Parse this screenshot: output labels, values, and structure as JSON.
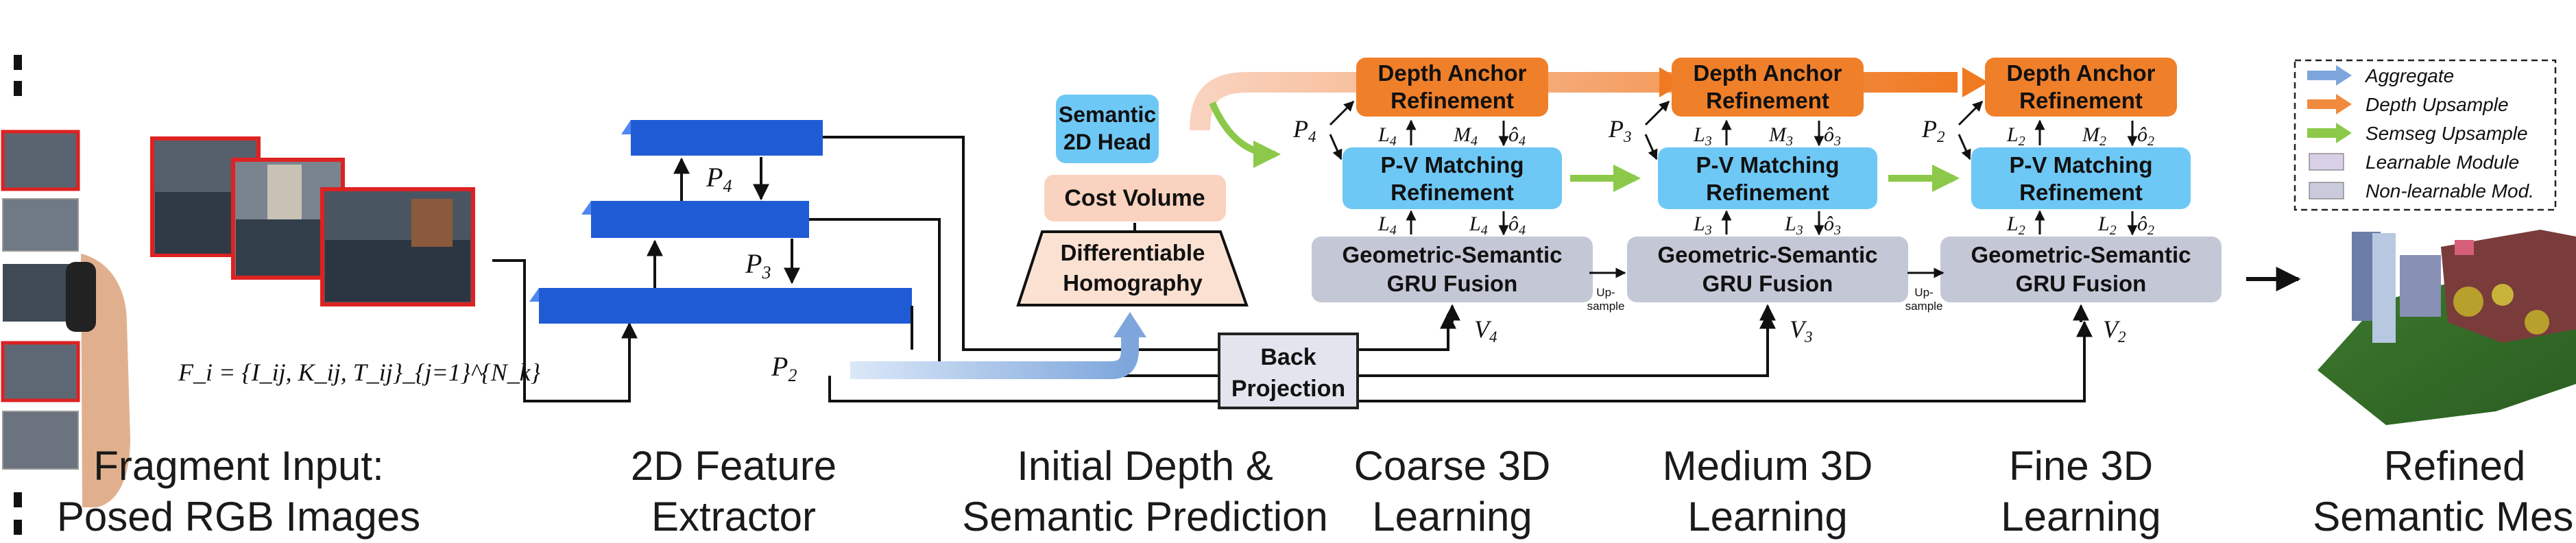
{
  "stages": {
    "fragment_l1": "Fragment Input:",
    "fragment_l2": "Posed RGB Images",
    "extractor_l1": "2D Feature",
    "extractor_l2": "Extractor",
    "initial_l1": "Initial Depth &",
    "initial_l2": "Semantic Prediction",
    "coarse_l1": "Coarse 3D",
    "coarse_l2": "Learning",
    "medium_l1": "Medium 3D",
    "medium_l2": "Learning",
    "fine_l1": "Fine 3D",
    "fine_l2": "Learning",
    "refined_l1": "Refined",
    "refined_l2": "Semantic Mesh"
  },
  "formula": "F_i = {I_ij, K_ij, T_ij}_{j=1}^{N_k}",
  "feature_labels": {
    "p4": "P4",
    "p3": "P3",
    "p2": "P2"
  },
  "semantic_head": {
    "l1": "Semantic",
    "l2": "2D Head"
  },
  "cost_volume": "Cost Volume",
  "homography": {
    "l1": "Differentiable",
    "l2": "Homography"
  },
  "back_projection": {
    "l1": "Back",
    "l2": "Projection"
  },
  "depth_anchor": {
    "l1": "Depth Anchor",
    "l2": "Refinement"
  },
  "pv_matching": {
    "l1": "P-V Matching",
    "l2": "Refinement"
  },
  "gru_fusion": {
    "l1": "Geometric-Semantic",
    "l2": "GRU Fusion"
  },
  "upsample_label": {
    "l1": "Up-",
    "l2": "sample"
  },
  "levels": [
    {
      "P": "P4",
      "L": "L4",
      "M": "M4",
      "O": "ô4",
      "V": "V4"
    },
    {
      "P": "P3",
      "L": "L3",
      "M": "M3",
      "O": "ô3",
      "V": "V3"
    },
    {
      "P": "P2",
      "L": "L2",
      "M": "M2",
      "O": "ô2",
      "V": "V2"
    }
  ],
  "legend": [
    {
      "label": "Aggregate",
      "color": "#7ea6dc",
      "kind": "arrow"
    },
    {
      "label": "Depth Upsample",
      "color": "#f08a3c",
      "kind": "arrow"
    },
    {
      "label": "Semseg Upsample",
      "color": "#8cc94a",
      "kind": "arrow"
    },
    {
      "label": "Learnable Module",
      "color": "#d8d0e6",
      "kind": "swatch"
    },
    {
      "label": "Non-learnable Mod.",
      "color": "#c9cbdc",
      "kind": "swatch"
    }
  ],
  "colors": {
    "orange_box": "#f07f2a",
    "blue_box": "#6ec8f5",
    "gray_box": "#c4c8d6",
    "peach_box": "#f9d3bf",
    "feature_blue": "#1f5bd4"
  }
}
